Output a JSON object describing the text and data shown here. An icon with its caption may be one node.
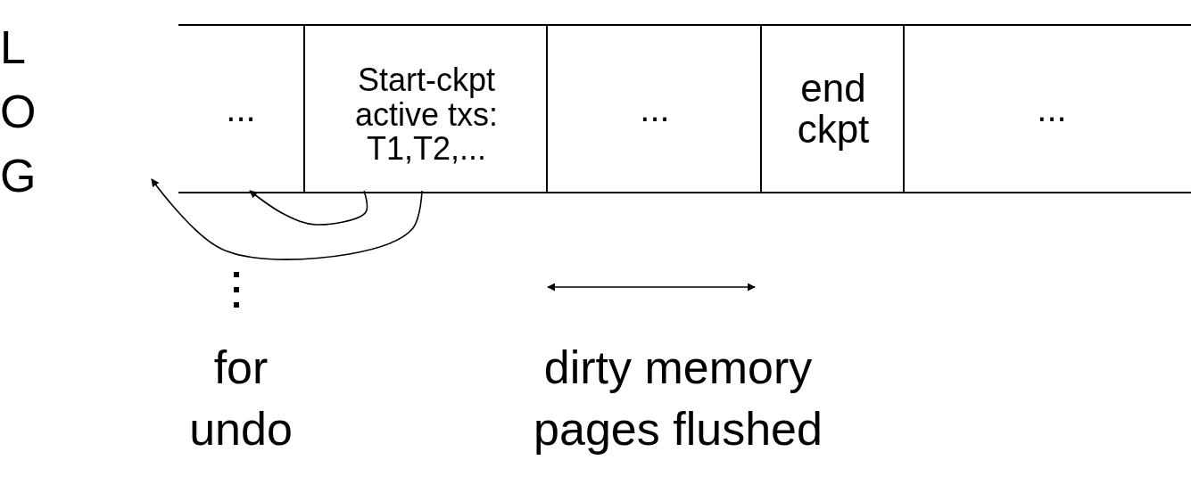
{
  "diagram": {
    "nodes": [
      {
        "text": [
          "..."
        ]
      },
      {
        "text": [
          "Start-ckpt active txs: T1,T2,..."
        ]
      },
      {
        "text": [
          "..."
        ]
      },
      {
        "text": [
          "end ckpt"
        ]
      },
      {
        "text": [
          "..."
        ]
      }
    ],
    "edges": [
      {
        "from": 1,
        "to": 0,
        "arrow": "to"
      },
      {
        "from": 1,
        "to": 0,
        "arrow": "to"
      }
    ],
    "labels": [
      "LOG",
      "for undo",
      "dirty memory pages flushed"
    ]
  }
}
